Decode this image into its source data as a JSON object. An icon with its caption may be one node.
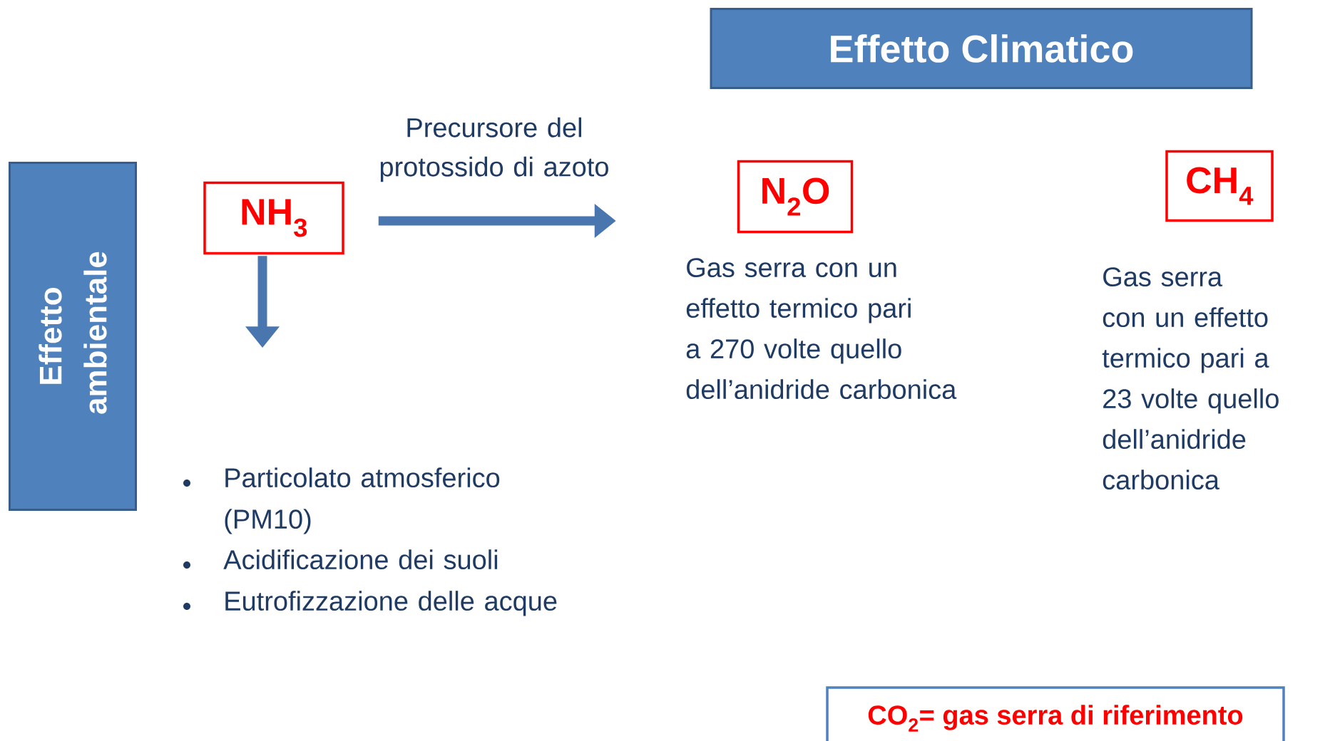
{
  "diagram": {
    "nodes": [
      {
        "text": [
          "Effetto Climatico"
        ]
      },
      {
        "text": [
          "Effetto ambientale"
        ]
      },
      {
        "text": [
          "NH$_{3}$"
        ]
      },
      {
        "text": [
          "N$_{2}$O"
        ],
        "beside": [
          "Gas serra con un effetto termico pari a 270  volte quello dell’anidride carbonica"
        ]
      },
      {
        "text": [
          "CH$_{4}$"
        ],
        "beside": [
          "Gas serra con un effetto termico pari a 23 volte quello dell’anidride carbonica"
        ]
      },
      {
        "text": [
          "CO$_{2}$= gas serra di riferimento"
        ]
      }
    ],
    "edges": [
      {
        "from": 2,
        "to": 3,
        "arrow": "to",
        "label": "Precursore del protossido di azoto"
      },
      {
        "from": 2,
        "to": null,
        "arrow": "to"
      }
    ],
    "labels": [
      "Particolato atmosferico (PM10)",
      "Acidificazione dei suoli",
      "Eutrofizzazione delle acque"
    ]
  }
}
